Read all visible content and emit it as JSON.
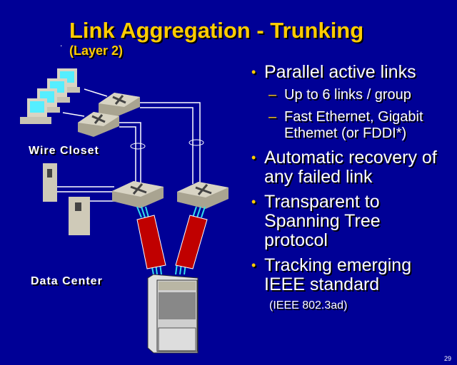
{
  "slide": {
    "title": "Link Aggregation - Trunking",
    "subtitle": "(Layer 2)",
    "page_number": "29"
  },
  "diagram": {
    "labels": {
      "wire_closet": "Wire Closet",
      "data_center": "Data Center"
    }
  },
  "bullets": [
    {
      "text": "Parallel active links",
      "sub": [
        "Up to 6 links / group",
        "Fast Ethernet, Gigabit",
        "Ethemet (or FDDI*)"
      ]
    },
    {
      "lines": [
        "Automatic recovery of",
        "any failed link"
      ]
    },
    {
      "lines": [
        "Transparent to",
        "Spanning Tree",
        "protocol"
      ]
    },
    {
      "lines": [
        "Tracking emerging",
        "IEEE standard"
      ],
      "note": "(IEEE 802.3ad)"
    }
  ],
  "colors": {
    "background": "#000096",
    "title": "#ffcc00",
    "bullet": "#ffcc00",
    "tube": "#c00000",
    "fiber": "#33ddee"
  }
}
